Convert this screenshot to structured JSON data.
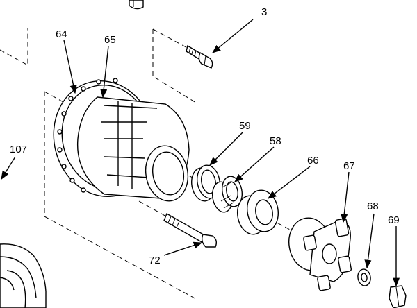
{
  "callouts": {
    "c3": "3",
    "c64": "64",
    "c65": "65",
    "c107": "107",
    "c59": "59",
    "c58": "58",
    "c66": "66",
    "c67": "67",
    "c68": "68",
    "c69": "69",
    "c72": "72"
  }
}
